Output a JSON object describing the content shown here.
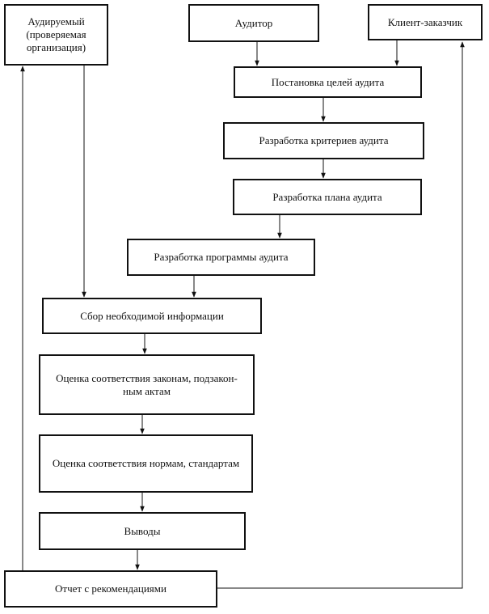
{
  "diagram": {
    "type": "flowchart",
    "nodes": {
      "auditee": "Аудируемый\n(проверяемая\nорганизация)",
      "auditor": "Аудитор",
      "client": "Клиент-заказчик",
      "goals": "Постановка целей аудита",
      "criteria": "Разработка критериев аудита",
      "plan": "Разработка плана аудита",
      "program": "Разработка программы аудита",
      "collect": "Сбор необходимой информации",
      "laws": "Оценка соответствия законам, подзакон-\nным актам",
      "norms": "Оценка соответствия нормам, стандартам",
      "conclusions": "Выводы",
      "report": "Отчет с рекомендациями"
    },
    "edges": [
      {
        "from": "auditor",
        "to": "goals"
      },
      {
        "from": "client",
        "to": "goals"
      },
      {
        "from": "goals",
        "to": "criteria"
      },
      {
        "from": "criteria",
        "to": "plan"
      },
      {
        "from": "plan",
        "to": "program"
      },
      {
        "from": "program",
        "to": "collect"
      },
      {
        "from": "auditee",
        "to": "collect"
      },
      {
        "from": "collect",
        "to": "laws"
      },
      {
        "from": "laws",
        "to": "norms"
      },
      {
        "from": "norms",
        "to": "conclusions"
      },
      {
        "from": "conclusions",
        "to": "report"
      },
      {
        "from": "report",
        "to": "auditee"
      },
      {
        "from": "report",
        "to": "client"
      }
    ],
    "colors": {
      "line": "#111111",
      "box_border": "#111111",
      "background": "#ffffff"
    }
  }
}
